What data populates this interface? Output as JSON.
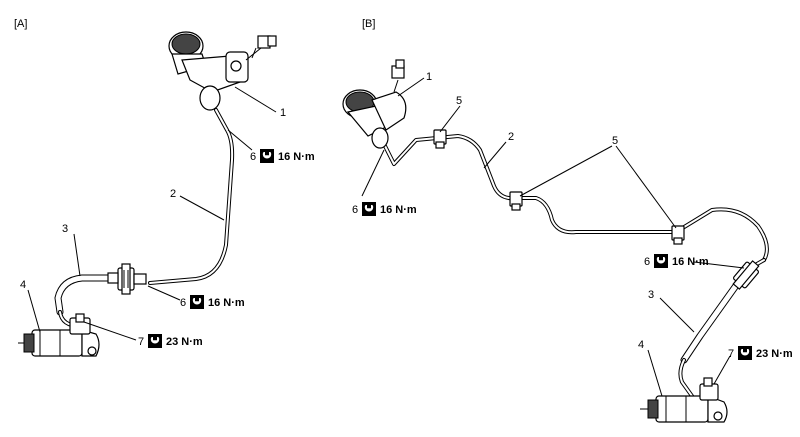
{
  "panels": [
    {
      "id": "A",
      "label": "[A]",
      "callouts": {
        "c1": "1",
        "c2": "2",
        "c3": "3",
        "c4": "4",
        "c6a": "6",
        "c6b": "6",
        "c7": "7"
      },
      "torques": {
        "t6a": "16 N·m",
        "t6b": "16 N·m",
        "t7": "23 N·m"
      }
    },
    {
      "id": "B",
      "label": "[B]",
      "callouts": {
        "c1": "1",
        "c2": "2",
        "c3": "3",
        "c4": "4",
        "c5a": "5",
        "c5b": "5",
        "c6a": "6",
        "c6b": "6",
        "c7": "7"
      },
      "torques": {
        "t6a": "16 N·m",
        "t6b": "16 N·m",
        "t7": "23 N·m"
      }
    }
  ],
  "icons": {
    "torque": "torque-wrench-icon"
  }
}
